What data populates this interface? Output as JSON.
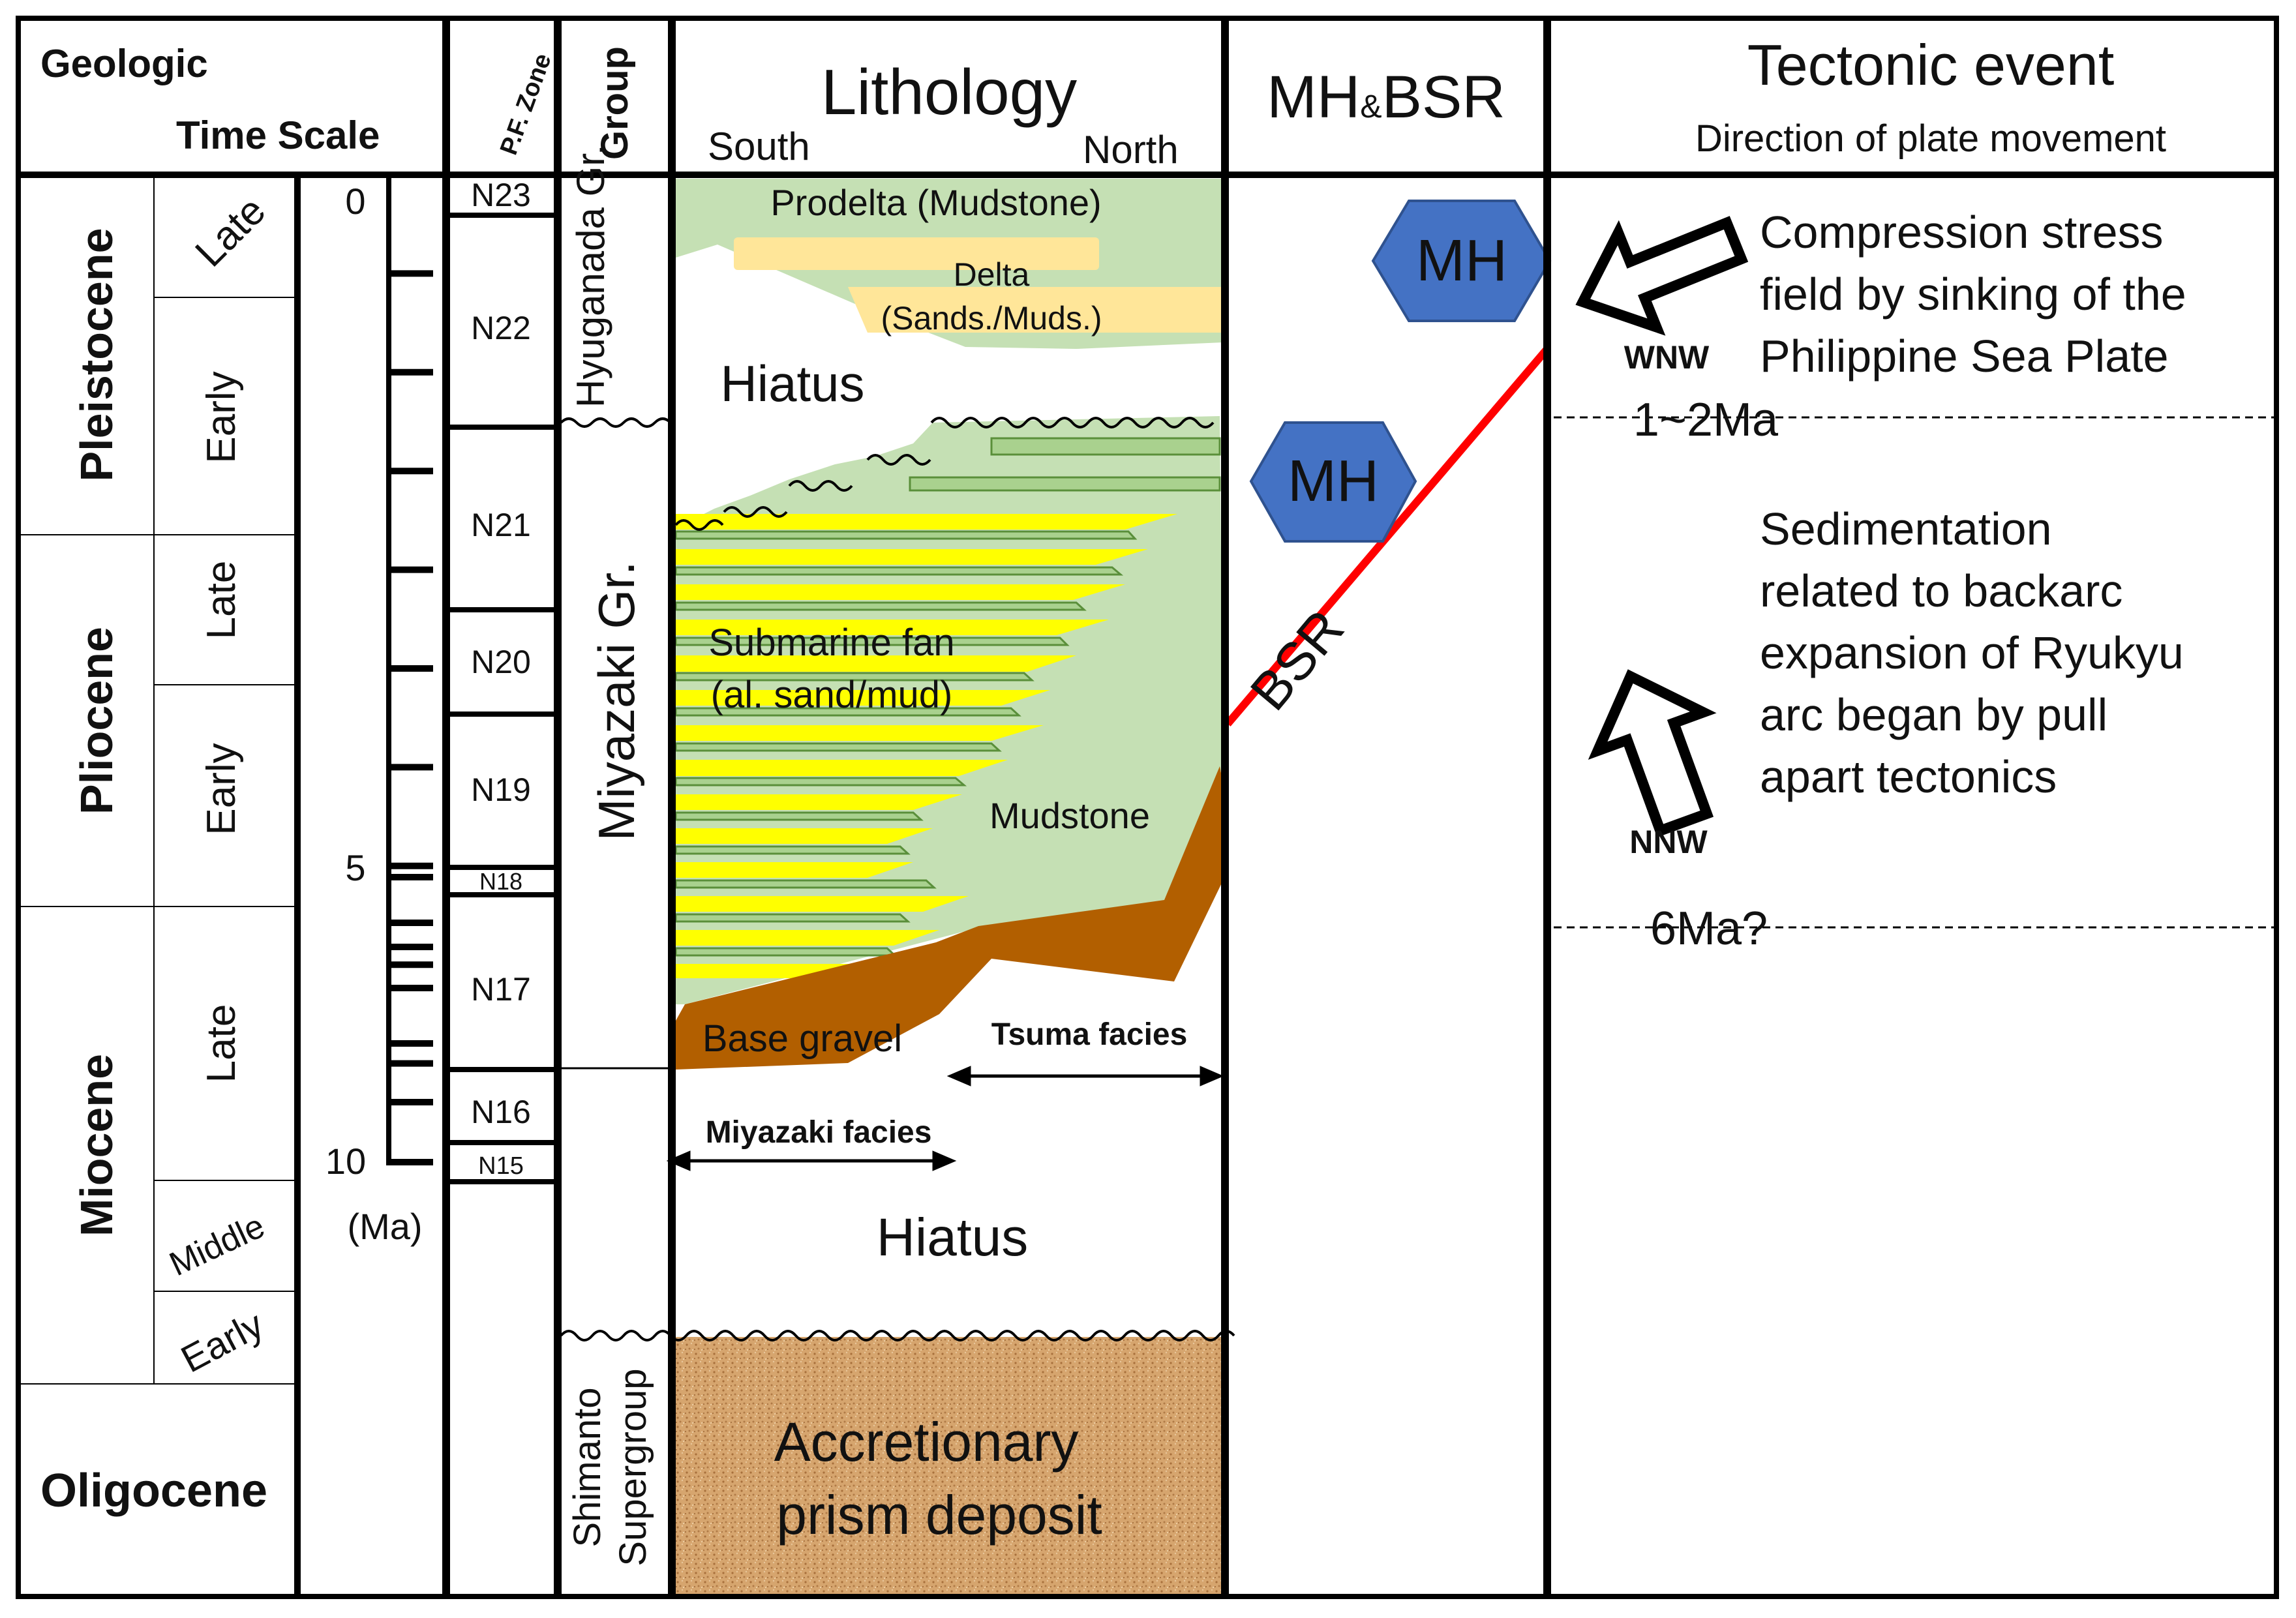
{
  "headers": {
    "geologic_line1": "Geologic",
    "geologic_line2": "Time Scale",
    "pf_zone": "P.F. Zone",
    "group": "Group",
    "lithology": "Lithology",
    "south": "South",
    "north": "North",
    "mh_bsr_a": "MH",
    "mh_bsr_b": "&",
    "mh_bsr_c": "BSR",
    "tectonic": "Tectonic event",
    "tectonic_sub": "Direction of plate movement"
  },
  "epochs": [
    {
      "name": "Pleistocene",
      "subdivisions": [
        "Late",
        "Early"
      ]
    },
    {
      "name": "Pliocene",
      "subdivisions": [
        "Late",
        "Early"
      ]
    },
    {
      "name": "Miocene",
      "subdivisions": [
        "Late",
        "Middle",
        "Early"
      ]
    },
    {
      "name": "Oligocene",
      "subdivisions": []
    }
  ],
  "time_scale": {
    "tick_labels": [
      "0",
      "5",
      "10"
    ],
    "unit": "(Ma)",
    "max_ma": 10
  },
  "pf_zones": [
    "N23",
    "N22",
    "N21",
    "N20",
    "N19",
    "N18",
    "N17",
    "N16",
    "N15"
  ],
  "groups": {
    "hyuganada": "Hyuganada Gr.",
    "miyazaki": "Miyazaki Gr.",
    "shimanto_line1": "Shimanto",
    "shimanto_line2": "Supergroup"
  },
  "lithology": {
    "prodelta": "Prodelta (Mudstone)",
    "delta_line1": "Delta",
    "delta_line2": "(Sands./Muds.)",
    "hiatus_upper": "Hiatus",
    "submarine_fan_line1": "Submarine fan",
    "submarine_fan_line2": "(al. sand/mud)",
    "mudstone": "Mudstone",
    "base_gravel": "Base gravel",
    "tsuma_facies": "Tsuma facies",
    "miyazaki_facies": "Miyazaki facies",
    "hiatus_lower": "Hiatus",
    "accretionary_line1": "Accretionary",
    "accretionary_line2": "prism deposit"
  },
  "mh_bsr": {
    "mh_label": "MH",
    "bsr_label": "BSR"
  },
  "tectonic": {
    "event1_lines": [
      "Compression stress",
      "field by sinking of the",
      "Philippine Sea Plate"
    ],
    "event1_direction": "WNW",
    "boundary1": "1~2Ma",
    "event2_lines": [
      "Sedimentation",
      "related to backarc",
      "expansion of Ryukyu",
      "arc began by pull",
      "apart tectonics"
    ],
    "event2_direction": "NNW",
    "boundary2": "6Ma?"
  },
  "colors": {
    "mudstone_green": "#c5e0b4",
    "sand_yellow": "#ffff00",
    "delta_sand": "#ffe699",
    "gravel_brown": "#b25f00",
    "accretionary_tan": "#d9a86c",
    "mh_blue": "#4472c4",
    "bsr_red": "#ff0000",
    "line_dark": "#000000"
  }
}
